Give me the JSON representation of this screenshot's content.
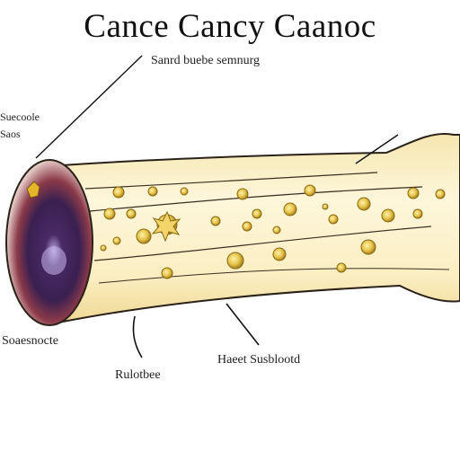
{
  "diagram": {
    "title": "Cance Cancy Caanoc",
    "labels": {
      "top": "Sanrd buebe semnurg",
      "left_line1": "Suecoole",
      "left_line2": "Saos",
      "bottom_left": "Soaesnocte",
      "bottom_middle": "Rulotbee",
      "bottom_right": "Haeet Susblootd"
    },
    "colors": {
      "bone_fill": "#fbf0c8",
      "bone_outline": "#2a2218",
      "marrow_outer": "#e3c9c4",
      "marrow_ring": "#8c3a4a",
      "marrow_core": "#3a2050",
      "marrow_center": "#b9a6e0",
      "cell_fill": "#e6c24a",
      "cell_outline": "#8a6a10"
    }
  }
}
